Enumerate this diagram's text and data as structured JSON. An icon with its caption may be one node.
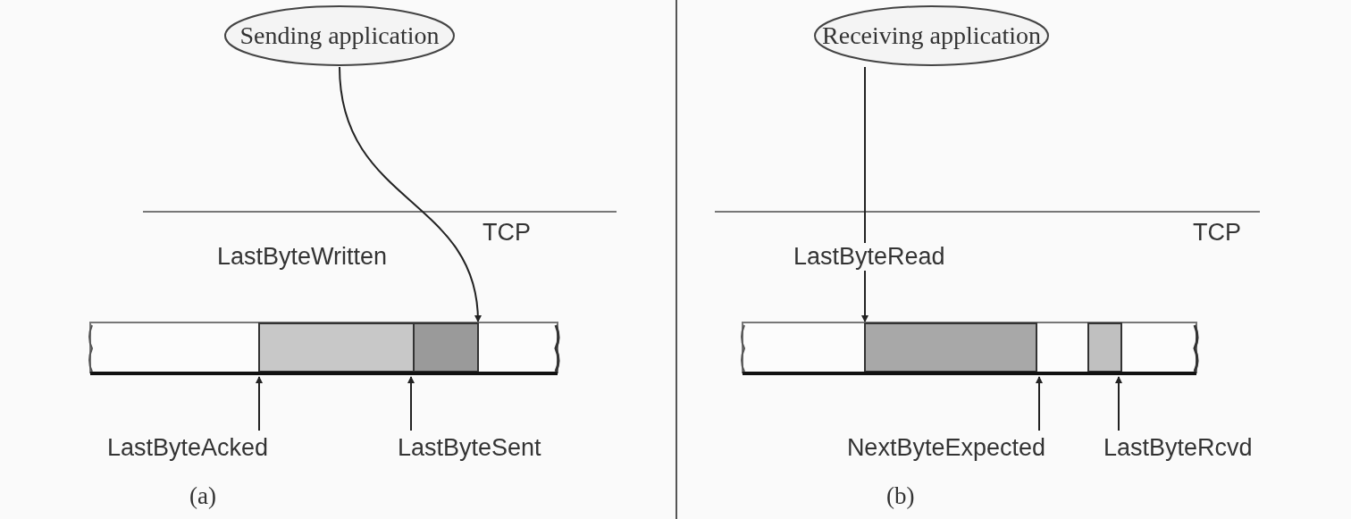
{
  "diagram": {
    "nodes": [
      {
        "text": [
          "Sending application"
        ]
      },
      {
        "text": [],
        "shape": "bar"
      },
      {
        "text": [
          "LastByteAcked"
        ]
      },
      {
        "text": [
          "LastByteSent"
        ]
      },
      {
        "text": [
          "Receiving application"
        ]
      },
      {
        "text": [],
        "shape": "bar"
      },
      {
        "text": [
          "NextByteExpected"
        ]
      },
      {
        "text": [
          "LastByteRcvd"
        ]
      }
    ],
    "edges": [
      {
        "from": 0,
        "to": 1,
        "arrow": "to",
        "label": "LastByteWritten"
      },
      {
        "from": 2,
        "to": 1,
        "arrow": "to"
      },
      {
        "from": 3,
        "to": 1,
        "arrow": "to"
      },
      {
        "from": 4,
        "to": 5,
        "arrow": "to",
        "label": "LastByteRead"
      },
      {
        "from": 6,
        "to": 5,
        "arrow": "to"
      },
      {
        "from": 7,
        "to": 5,
        "arrow": "to"
      }
    ],
    "labels": [
      "TCP",
      "TCP",
      "(a)",
      "(b)"
    ]
  }
}
